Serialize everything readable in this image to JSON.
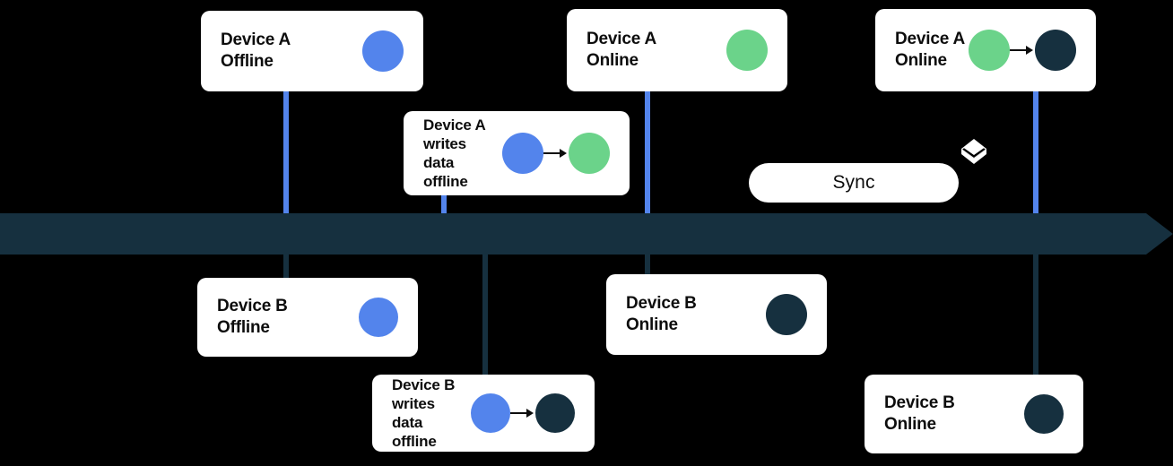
{
  "diagram": {
    "title": "Offline data sync timeline",
    "background_color": "#000000",
    "colors": {
      "card_background": "#ffffff",
      "text": "#0d0d0d",
      "blue": "#5384ec",
      "green": "#6bd38a",
      "navy": "#16303f",
      "timeline": "#16303f"
    }
  },
  "timeline": {
    "name": "time-axis",
    "direction": "left-to-right"
  },
  "sync": {
    "label": "Sync"
  },
  "layers_icon": {
    "name": "layers-icon"
  },
  "cards": {
    "device_a_offline": {
      "label": "Device A\nOffline",
      "dots": [
        "#5384ec"
      ]
    },
    "device_a_writes_offline": {
      "label": "Device A\nwrites\ndata\noffline",
      "dots": [
        "#5384ec",
        "#6bd38a"
      ],
      "has_arrow": true
    },
    "device_a_online": {
      "label": "Device A\nOnline",
      "dots": [
        "#6bd38a"
      ]
    },
    "device_a_online_synced": {
      "label": "Device A\nOnline",
      "dots": [
        "#6bd38a",
        "#16303f"
      ],
      "has_arrow": true
    },
    "device_b_offline": {
      "label": "Device B\nOffline",
      "dots": [
        "#5384ec"
      ]
    },
    "device_b_writes_offline": {
      "label": "Device B\nwrites\ndata\noffline",
      "dots": [
        "#5384ec",
        "#16303f"
      ],
      "has_arrow": true
    },
    "device_b_online": {
      "label": "Device B\nOnline",
      "dots": [
        "#16303f"
      ]
    },
    "device_b_online_synced": {
      "label": "Device B\nOnline",
      "dots": [
        "#16303f"
      ]
    }
  }
}
